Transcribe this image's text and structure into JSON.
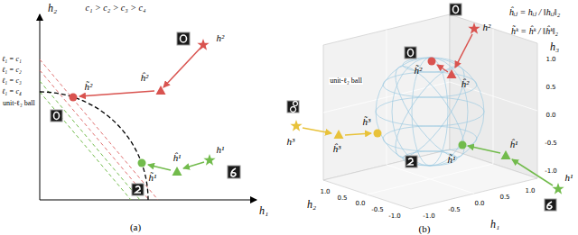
{
  "diagram": {
    "labels": [
      "h₂",
      "h₁",
      "c₁ > c₂ > c₃ > c₄",
      "ℓ₁ = c₁",
      "ℓ₁ = c₂",
      "ℓ₁ = c₃",
      "ℓ₁ = c₄",
      "unit-ℓ₂ ball",
      "h²",
      "ĥ²",
      "h̃²",
      "h¹",
      "ĥ¹",
      "h̃¹",
      "(a)",
      "h₃",
      "h₁",
      "h₂",
      "unit-ℓ₂ ball",
      "h²",
      "ĥ²",
      "h̃²",
      "h¹",
      "h̃¹",
      "ĥ¹",
      "h³",
      "ĥ³",
      "h̃³",
      "ĥᵢⱼ = hᵢⱼ / ‖hᵢⱼ‖₂",
      "h̃ᵏ = ĥᵏ / ‖ĥᵏ‖₂",
      "1.0",
      "0.5",
      "0.0",
      "-0.5",
      "-1.0",
      "-1.0",
      "-0.5",
      "0.0",
      "0.5",
      "1.0",
      "1.0",
      "0.5",
      "0.0",
      "-0.5",
      "-1.0",
      "(b)"
    ]
  }
}
